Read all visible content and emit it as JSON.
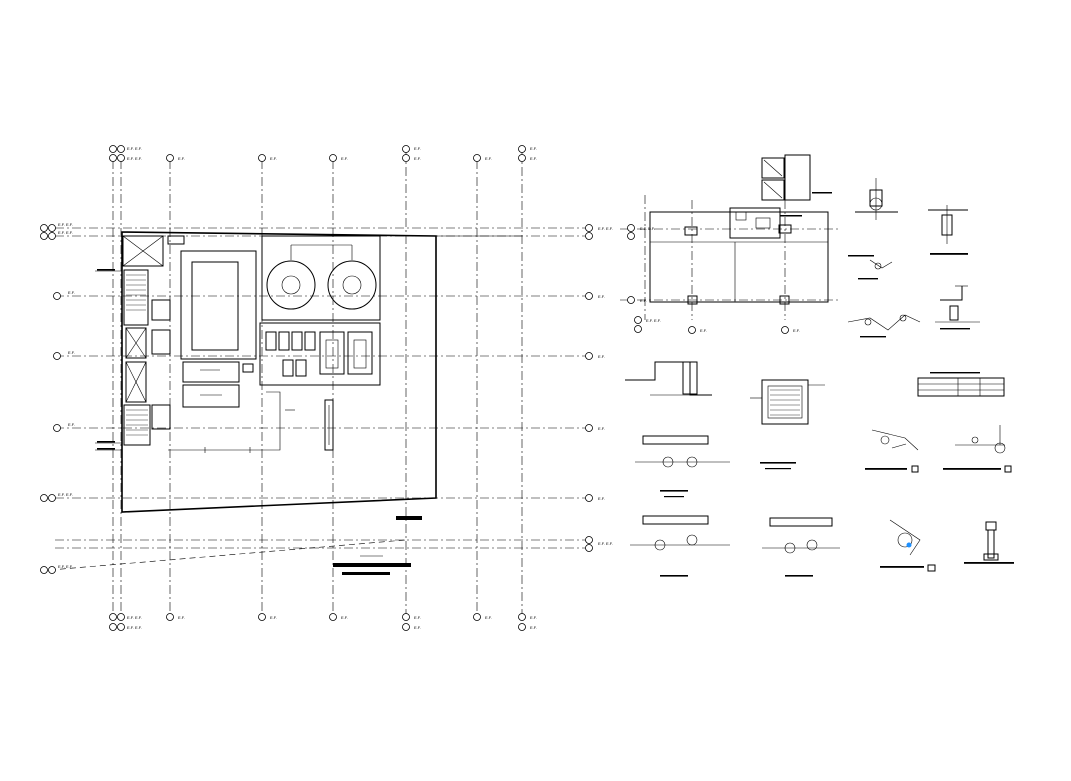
{
  "drawing": {
    "grid_tag_label": "E.F.",
    "double_tag_label": "E.F. E.F.",
    "plan_titles": [
      "",
      ""
    ],
    "legend_table_rows": 3
  },
  "colors": {
    "line": "#000000",
    "background": "#ffffff",
    "highlight": "#1e90ff"
  }
}
